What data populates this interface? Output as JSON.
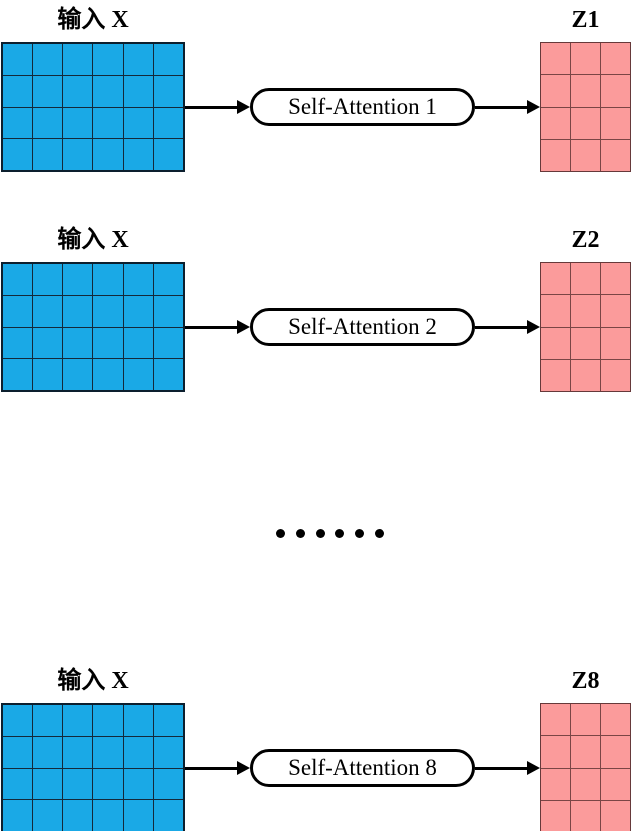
{
  "figure": {
    "description": "multi-head self-attention diagram",
    "ellipsis_dots": 6
  },
  "rows": [
    {
      "input_label": "输入 X",
      "attention_label": "Self-Attention 1",
      "output_label": "Z1"
    },
    {
      "input_label": "输入 X",
      "attention_label": "Self-Attention 2",
      "output_label": "Z2"
    },
    {
      "input_label": "输入 X",
      "attention_label": "Self-Attention 8",
      "output_label": "Z8"
    }
  ],
  "grids": {
    "input": {
      "columns": 6,
      "rows": 4
    },
    "output": {
      "columns": 3,
      "rows": 4
    }
  },
  "colors": {
    "input_fill": "#1AA9E6",
    "input_line": "#14293A",
    "input_edge": "#0C1F2E",
    "output_fill": "#FB9B9B",
    "output_line": "#7A4545",
    "output_edge": "#66393A",
    "stroke": "#000000",
    "background": "#FFFFFF"
  }
}
